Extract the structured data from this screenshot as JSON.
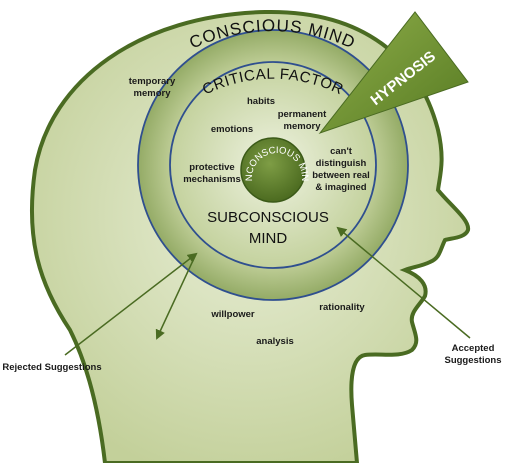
{
  "diagram": {
    "conscious_mind": "CONSCIOUS MIND",
    "critical_factor": "CRITICAL FACTOR",
    "unconscious_mind": "UNCONSCIOUS MIND",
    "subconscious_mind_line1": "SUBCONSCIOUS",
    "subconscious_mind_line2": "MIND",
    "hypnosis": "HYPNOSIS",
    "temporary_memory_line1": "temporary",
    "temporary_memory_line2": "memory",
    "habits": "habits",
    "permanent_memory_line1": "permanent",
    "permanent_memory_line2": "memory",
    "emotions": "emotions",
    "protective_mechanisms_line1": "protective",
    "protective_mechanisms_line2": "mechanisms",
    "cant_distinguish_line1": "can't",
    "cant_distinguish_line2": "distinguish",
    "cant_distinguish_line3": "between real",
    "cant_distinguish_line4": "& imagined",
    "willpower": "willpower",
    "rationality": "rationality",
    "analysis": "analysis",
    "rejected_suggestions": "Rejected Suggestions",
    "accepted_suggestions_line1": "Accepted",
    "accepted_suggestions_line2": "Suggestions"
  },
  "colors": {
    "head_fill": "#c9d6a3",
    "head_stroke": "#4a6b22",
    "ring_outer": "#a4b877",
    "ring_inner": "#bdcc94",
    "ring_stroke": "#2f4f8f",
    "core": "#5d7f2a",
    "hypnosis_fill": "#6b8f2e"
  }
}
